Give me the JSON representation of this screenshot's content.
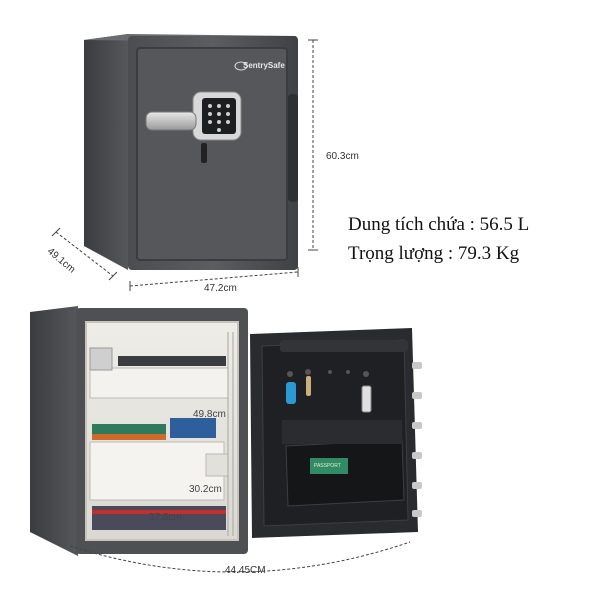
{
  "brand": {
    "logo_text": "SentrySafe"
  },
  "dimensions": {
    "height": "60.3cm",
    "width": "47.2cm",
    "depth": "49.1cm",
    "open_width": "44.45CM",
    "interior_height": "49.8cm",
    "interior_depth": "30.2cm",
    "interior_width": "37.6cm"
  },
  "specs": {
    "capacity": "Dung tích chứa : 56.5 L",
    "weight": "Trọng lượng : 79.3 Kg"
  },
  "door_items": {
    "passport_label": "PASSPORT"
  }
}
